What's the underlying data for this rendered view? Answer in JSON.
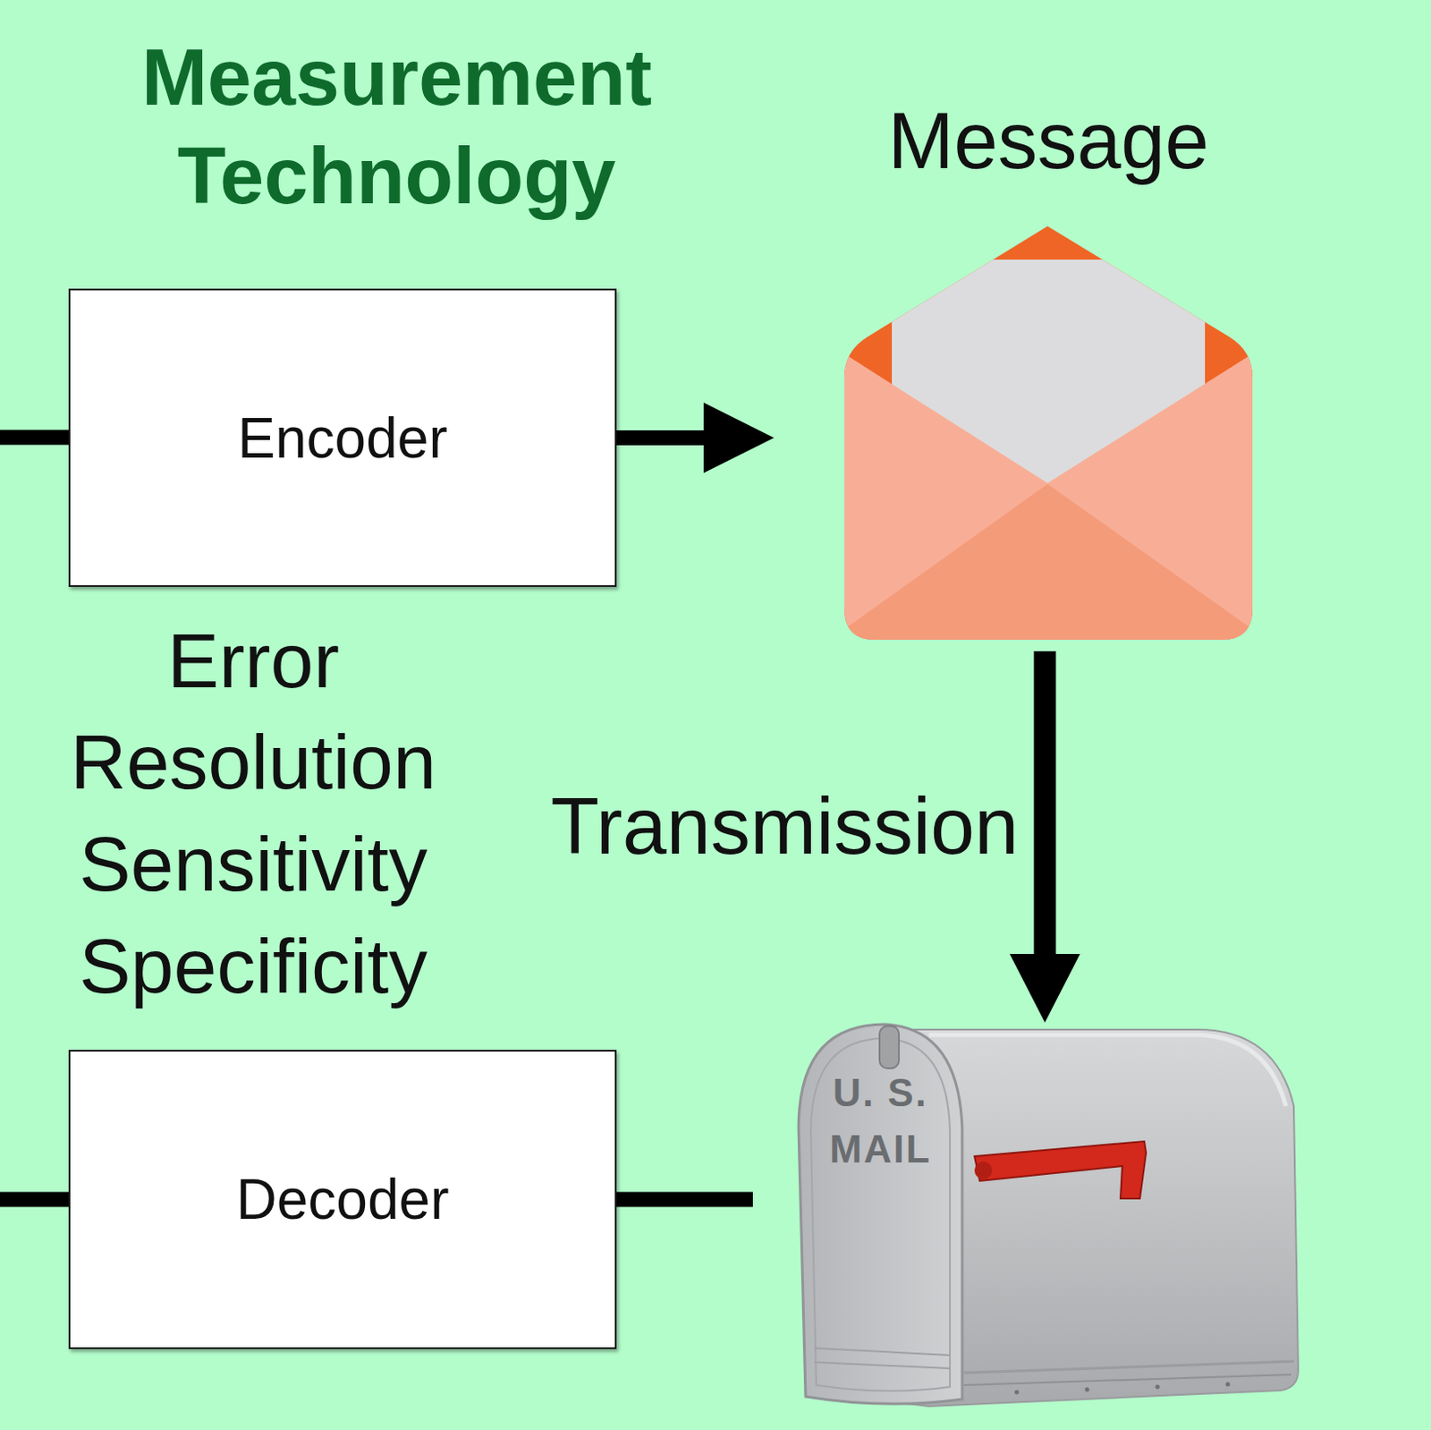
{
  "diagram": {
    "title": "Measurement Technology",
    "nodes": [
      {
        "text": [
          "Encoder"
        ]
      },
      {
        "text": [
          "Message"
        ]
      },
      {
        "text": [
          "U. S. MAIL"
        ]
      },
      {
        "text": [
          "Decoder"
        ]
      }
    ],
    "edges": [
      {
        "from": 0,
        "to": 1,
        "arrow": "to"
      },
      {
        "from": 1,
        "to": 2,
        "label": "Transmission",
        "arrow": "to"
      },
      {
        "from": 2,
        "to": 3,
        "arrow": "none"
      }
    ],
    "labels": [
      "Error",
      "Resolution",
      "Sensitivity",
      "Specificity"
    ]
  }
}
